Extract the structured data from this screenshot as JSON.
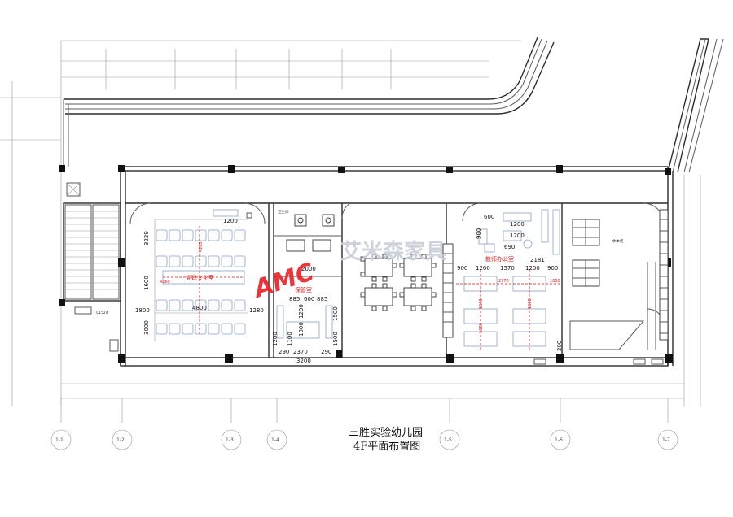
{
  "drawing": {
    "title_line1": "三胜实验幼儿园",
    "title_line2": "4F平面布置图"
  },
  "watermark": {
    "brand": "AMC",
    "brand_cn": "艾米森家具"
  },
  "rooms": {
    "party_culture": "党建文化室",
    "storage": "保管室",
    "teacher_office": "教师办公室"
  },
  "dimensions": {
    "left_room": [
      "3229",
      "1600",
      "1800",
      "3000",
      "4800",
      "1280",
      "1200",
      "4260",
      "4265"
    ],
    "storage": [
      "2000",
      "885",
      "600",
      "885",
      "1200",
      "1500",
      "1300",
      "1200",
      "290",
      "2370",
      "290",
      "3200",
      "1500",
      "1100"
    ],
    "office": [
      "600",
      "1200",
      "1200",
      "690",
      "900",
      "900",
      "1200",
      "1570",
      "1200",
      "900",
      "2181",
      "2778",
      "1000",
      "1600",
      "1600",
      "1600",
      "200"
    ]
  },
  "labels": {
    "door_code": "C1524",
    "small_room": "休本柜",
    "small_sign": "卫生间"
  },
  "axes": [
    "1-1",
    "1-2",
    "1-3",
    "1-4",
    "1-5",
    "1-6",
    "1-7"
  ],
  "colors": {
    "red": "#d21a1a",
    "furniture_blue": "#8aa1c8"
  }
}
